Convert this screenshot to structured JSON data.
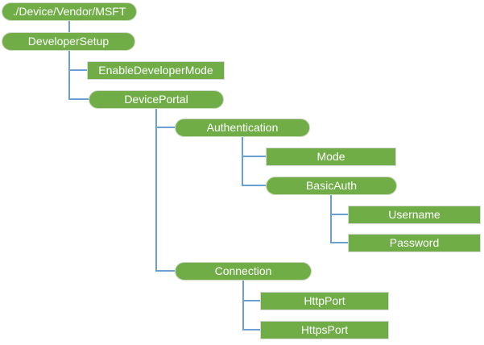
{
  "colors": {
    "node_fill": "#70AD47",
    "node_text": "#FFFFFF",
    "connector": "#6BA0D6",
    "rect_border": "#D9D9D9",
    "rounded_border": "#CDD9C3"
  },
  "tree": {
    "label": "./Device/Vendor/MSFT",
    "shape": "rounded",
    "children": [
      {
        "label": "DeveloperSetup",
        "shape": "rounded",
        "children": [
          {
            "label": "EnableDeveloperMode",
            "shape": "rect"
          },
          {
            "label": "DevicePortal",
            "shape": "rounded",
            "children": [
              {
                "label": "Authentication",
                "shape": "rounded",
                "children": [
                  {
                    "label": "Mode",
                    "shape": "rect"
                  },
                  {
                    "label": "BasicAuth",
                    "shape": "rounded",
                    "children": [
                      {
                        "label": "Username",
                        "shape": "rect"
                      },
                      {
                        "label": "Password",
                        "shape": "rect"
                      }
                    ]
                  }
                ]
              },
              {
                "label": "Connection",
                "shape": "rounded",
                "children": [
                  {
                    "label": "HttpPort",
                    "shape": "rect"
                  },
                  {
                    "label": "HttpsPort",
                    "shape": "rect"
                  }
                ]
              }
            ]
          }
        ]
      }
    ]
  }
}
